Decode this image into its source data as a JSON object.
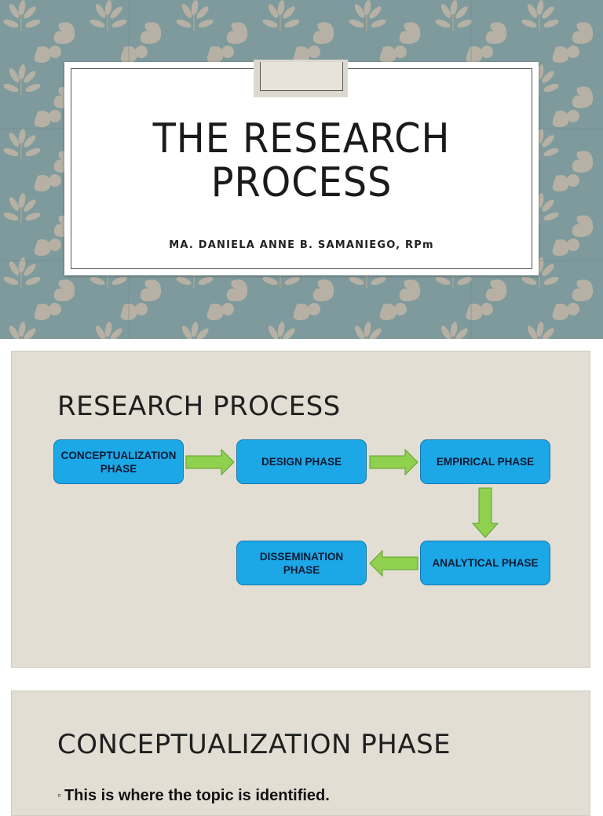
{
  "slide1": {
    "title_line1": "THE RESEARCH",
    "title_line2": "PROCESS",
    "author": "MA. DANIELA ANNE B. SAMANIEGO, RPm",
    "colors": {
      "background": "#7e9a9c",
      "pattern": "#b8b3a6",
      "card": "#ffffff"
    }
  },
  "slide2": {
    "heading": "RESEARCH PROCESS",
    "phases": {
      "conceptualization": "CONCEPTUALIZATION PHASE",
      "design": "DESIGN PHASE",
      "empirical": "EMPIRICAL PHASE",
      "analytical": "ANALYTICAL PHASE",
      "dissemination": "DISSEMINATION PHASE"
    },
    "colors": {
      "box": "#1ca8e6",
      "arrow": "#8fd14f"
    }
  },
  "slide3": {
    "heading": "CONCEPTUALIZATION PHASE",
    "bullet_mark": "◦",
    "bullet_text": "This is where the topic is identified."
  }
}
